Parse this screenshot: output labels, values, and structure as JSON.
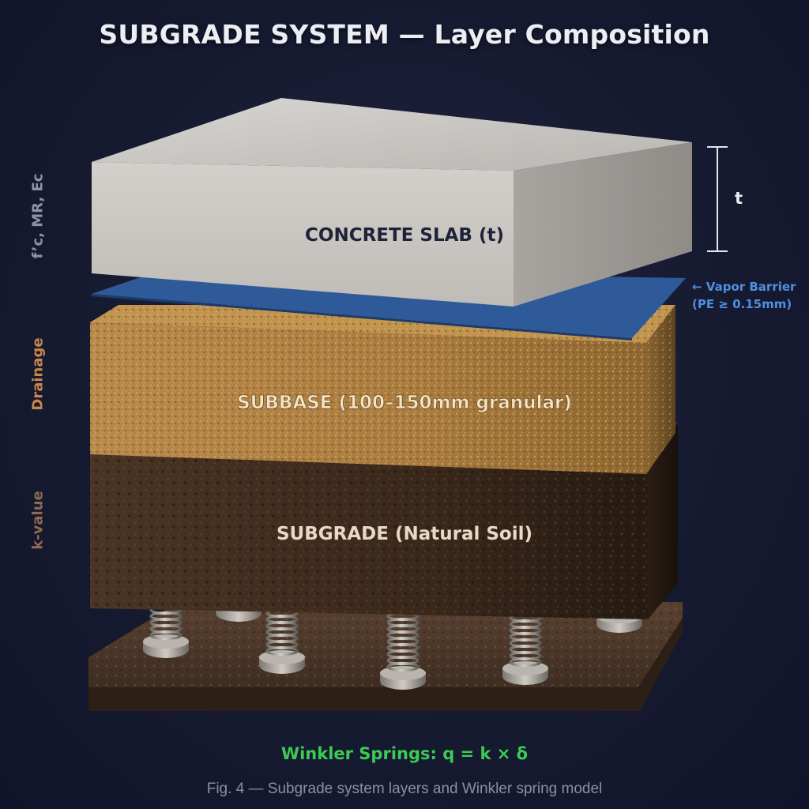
{
  "title": "SUBGRADE SYSTEM — Layer Composition",
  "layers": {
    "slab": "CONCRETE SLAB (t)",
    "subbase": "SUBBASE (100–150mm granular)",
    "subgrade": "SUBGRADE (Natural Soil)"
  },
  "thickness_label": "t",
  "vapor_barrier": {
    "line1": "← Vapor Barrier",
    "line2": "(PE ≥ 0.15mm)"
  },
  "side_labels": {
    "slab": "f’c, MR, Ec",
    "subbase": "Drainage",
    "subgrade": "k-value"
  },
  "springs_label": "Winkler Springs: q = k × δ",
  "caption": "Fig. 4 — Subgrade system layers and Winkler spring model",
  "colors": {
    "concrete": "#c9c6c1",
    "vapor_barrier": "#2f5a9a",
    "subbase": "#b48546",
    "subgrade": "#3e2b1e",
    "side_slab": "#8e92a4",
    "side_subbase": "#c9864a",
    "side_subgrade": "#8e6a50",
    "winkler": "#3ccb52"
  }
}
